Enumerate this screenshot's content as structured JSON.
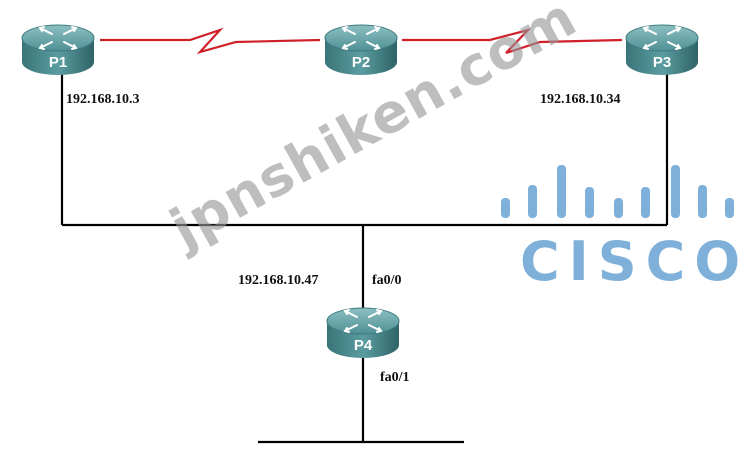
{
  "routers": [
    {
      "id": "p1",
      "label": "P1"
    },
    {
      "id": "p2",
      "label": "P2"
    },
    {
      "id": "p3",
      "label": "P3"
    },
    {
      "id": "p4",
      "label": "P4"
    }
  ],
  "addresses": {
    "p1": "192.168.10.3",
    "p3": "192.168.10.34",
    "p4": "192.168.10.47"
  },
  "interfaces": {
    "p4_upper": "fa0/0",
    "p4_lower": "fa0/1"
  },
  "links": {
    "serial_color": "#d0202a",
    "ethernet_color": "#000000"
  },
  "watermark": {
    "text": "jpnshiken.com"
  },
  "logo": {
    "text": "CISCO",
    "color": "#7fb0d9"
  },
  "router_color": "#4e8f93"
}
